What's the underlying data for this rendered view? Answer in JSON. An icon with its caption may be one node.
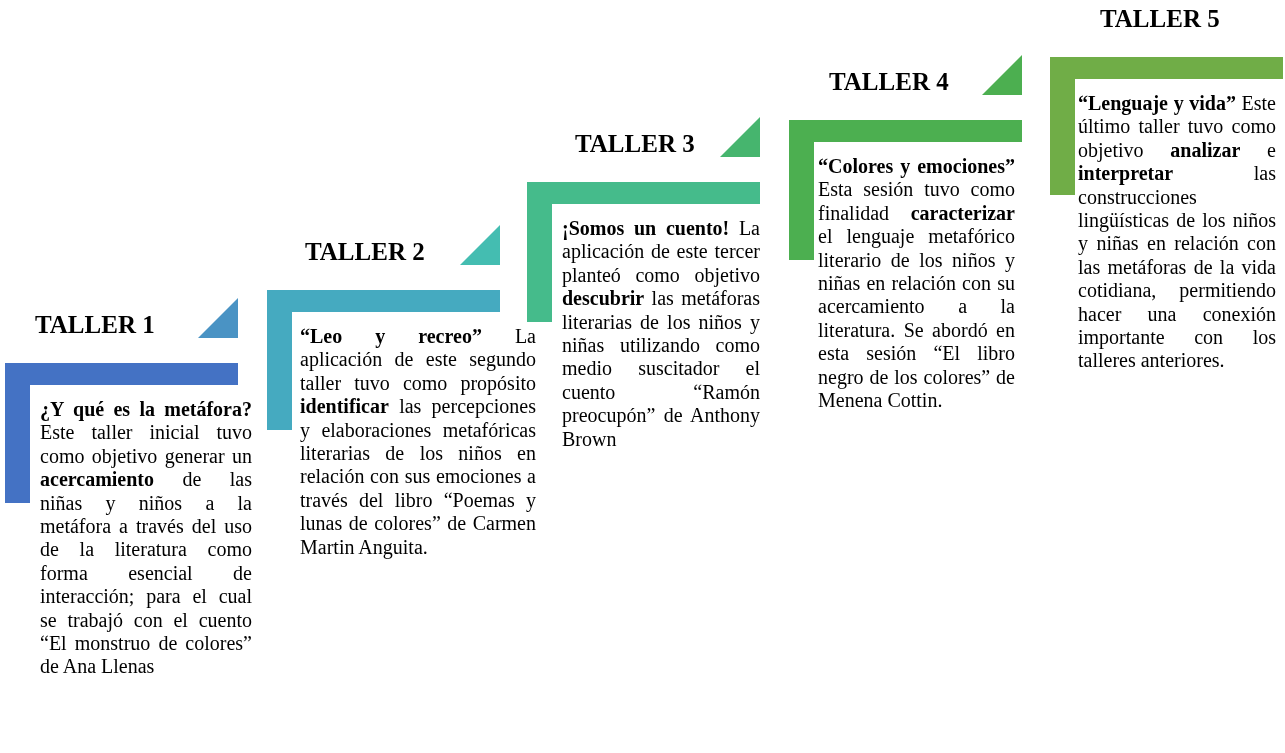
{
  "diagram": {
    "nodes": [
      {
        "text": [
          "TALLER 1",
          "**¿Y qué es la metáfora?** Este taller inicial tuvo como objetivo generar un **acercamiento** de las niñas y niños a la metáfora a través del uso de la literatura como forma esencial de interacción; para el cual se trabajó con el cuento “El monstruo de colores” de Ana Llenas"
        ]
      },
      {
        "text": [
          "TALLER 2",
          "**“Leo y recreo”** La aplicación de este segundo taller tuvo como propósito **identificar** las percepciones y elaboraciones metafóricas literarias de los niños en relación con sus emociones a través del libro “Poemas y lunas de colores” de Carmen Martin Anguita."
        ]
      },
      {
        "text": [
          "TALLER 3",
          "**¡Somos un cuento!** La aplicación de este tercer planteó como objetivo **descubrir** las metáforas literarias de los niños y niñas utilizando como medio suscitador el cuento “Ramón preocupón” de Anthony Brown"
        ]
      },
      {
        "text": [
          "TALLER 4",
          "**“Colores y emociones”** Esta sesión tuvo como finalidad **caracterizar** el lenguaje metafórico literario de los niños y niñas en relación con su acercamiento a la literatura. Se abordó en esta sesión “El libro negro de los colores” de Menena Cottin."
        ]
      },
      {
        "text": [
          "TALLER 5",
          "**“Lenguaje y vida”** Este último taller tuvo como objetivo **analizar** e **interpretar** las construcciones lingüísticas de los niños y niñas en relación con las metáforas de la vida cotidiana, permitiendo hacer una conexión importante con los talleres anteriores."
        ]
      }
    ],
    "edges": []
  }
}
